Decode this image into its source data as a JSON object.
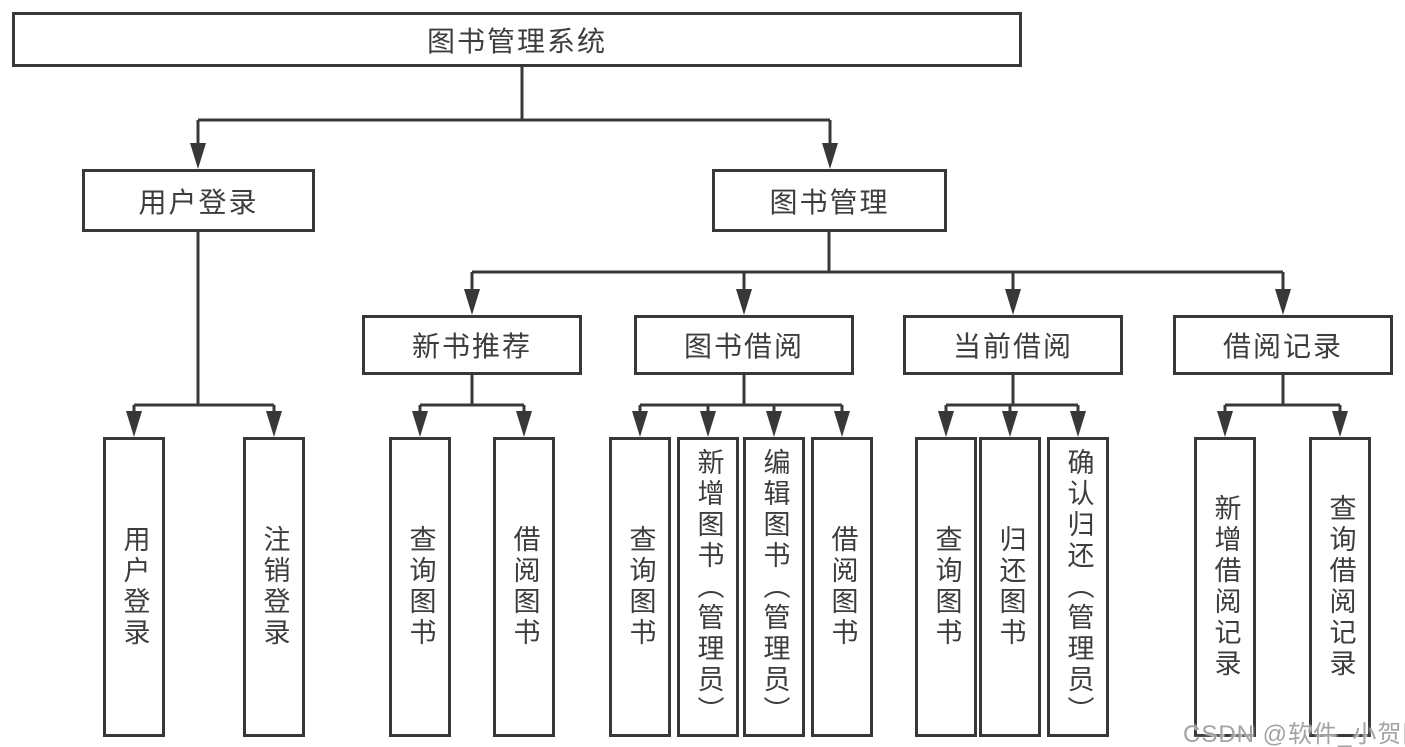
{
  "tree": {
    "label": "图书管理系统",
    "children": [
      {
        "label": "用户登录",
        "children": [
          {
            "label": "用户登录"
          },
          {
            "label": "注销登录"
          }
        ]
      },
      {
        "label": "图书管理",
        "children": [
          {
            "label": "新书推荐",
            "children": [
              {
                "label": "查询图书"
              },
              {
                "label": "借阅图书"
              }
            ]
          },
          {
            "label": "图书借阅",
            "children": [
              {
                "label": "查询图书"
              },
              {
                "label": "新增图书（管理员）"
              },
              {
                "label": "编辑图书（管理员）"
              },
              {
                "label": "借阅图书"
              }
            ]
          },
          {
            "label": "当前借阅",
            "children": [
              {
                "label": "查询图书"
              },
              {
                "label": "归还图书"
              },
              {
                "label": "确认归还（管理员）"
              }
            ]
          },
          {
            "label": "借阅记录",
            "children": [
              {
                "label": "新增借阅记录"
              },
              {
                "label": "查询借阅记录"
              }
            ]
          }
        ]
      }
    ]
  },
  "watermark": {
    "text": "CSDN @软件_小贺同学"
  },
  "colors": {
    "line": "#383838",
    "background": "#ffffff"
  }
}
